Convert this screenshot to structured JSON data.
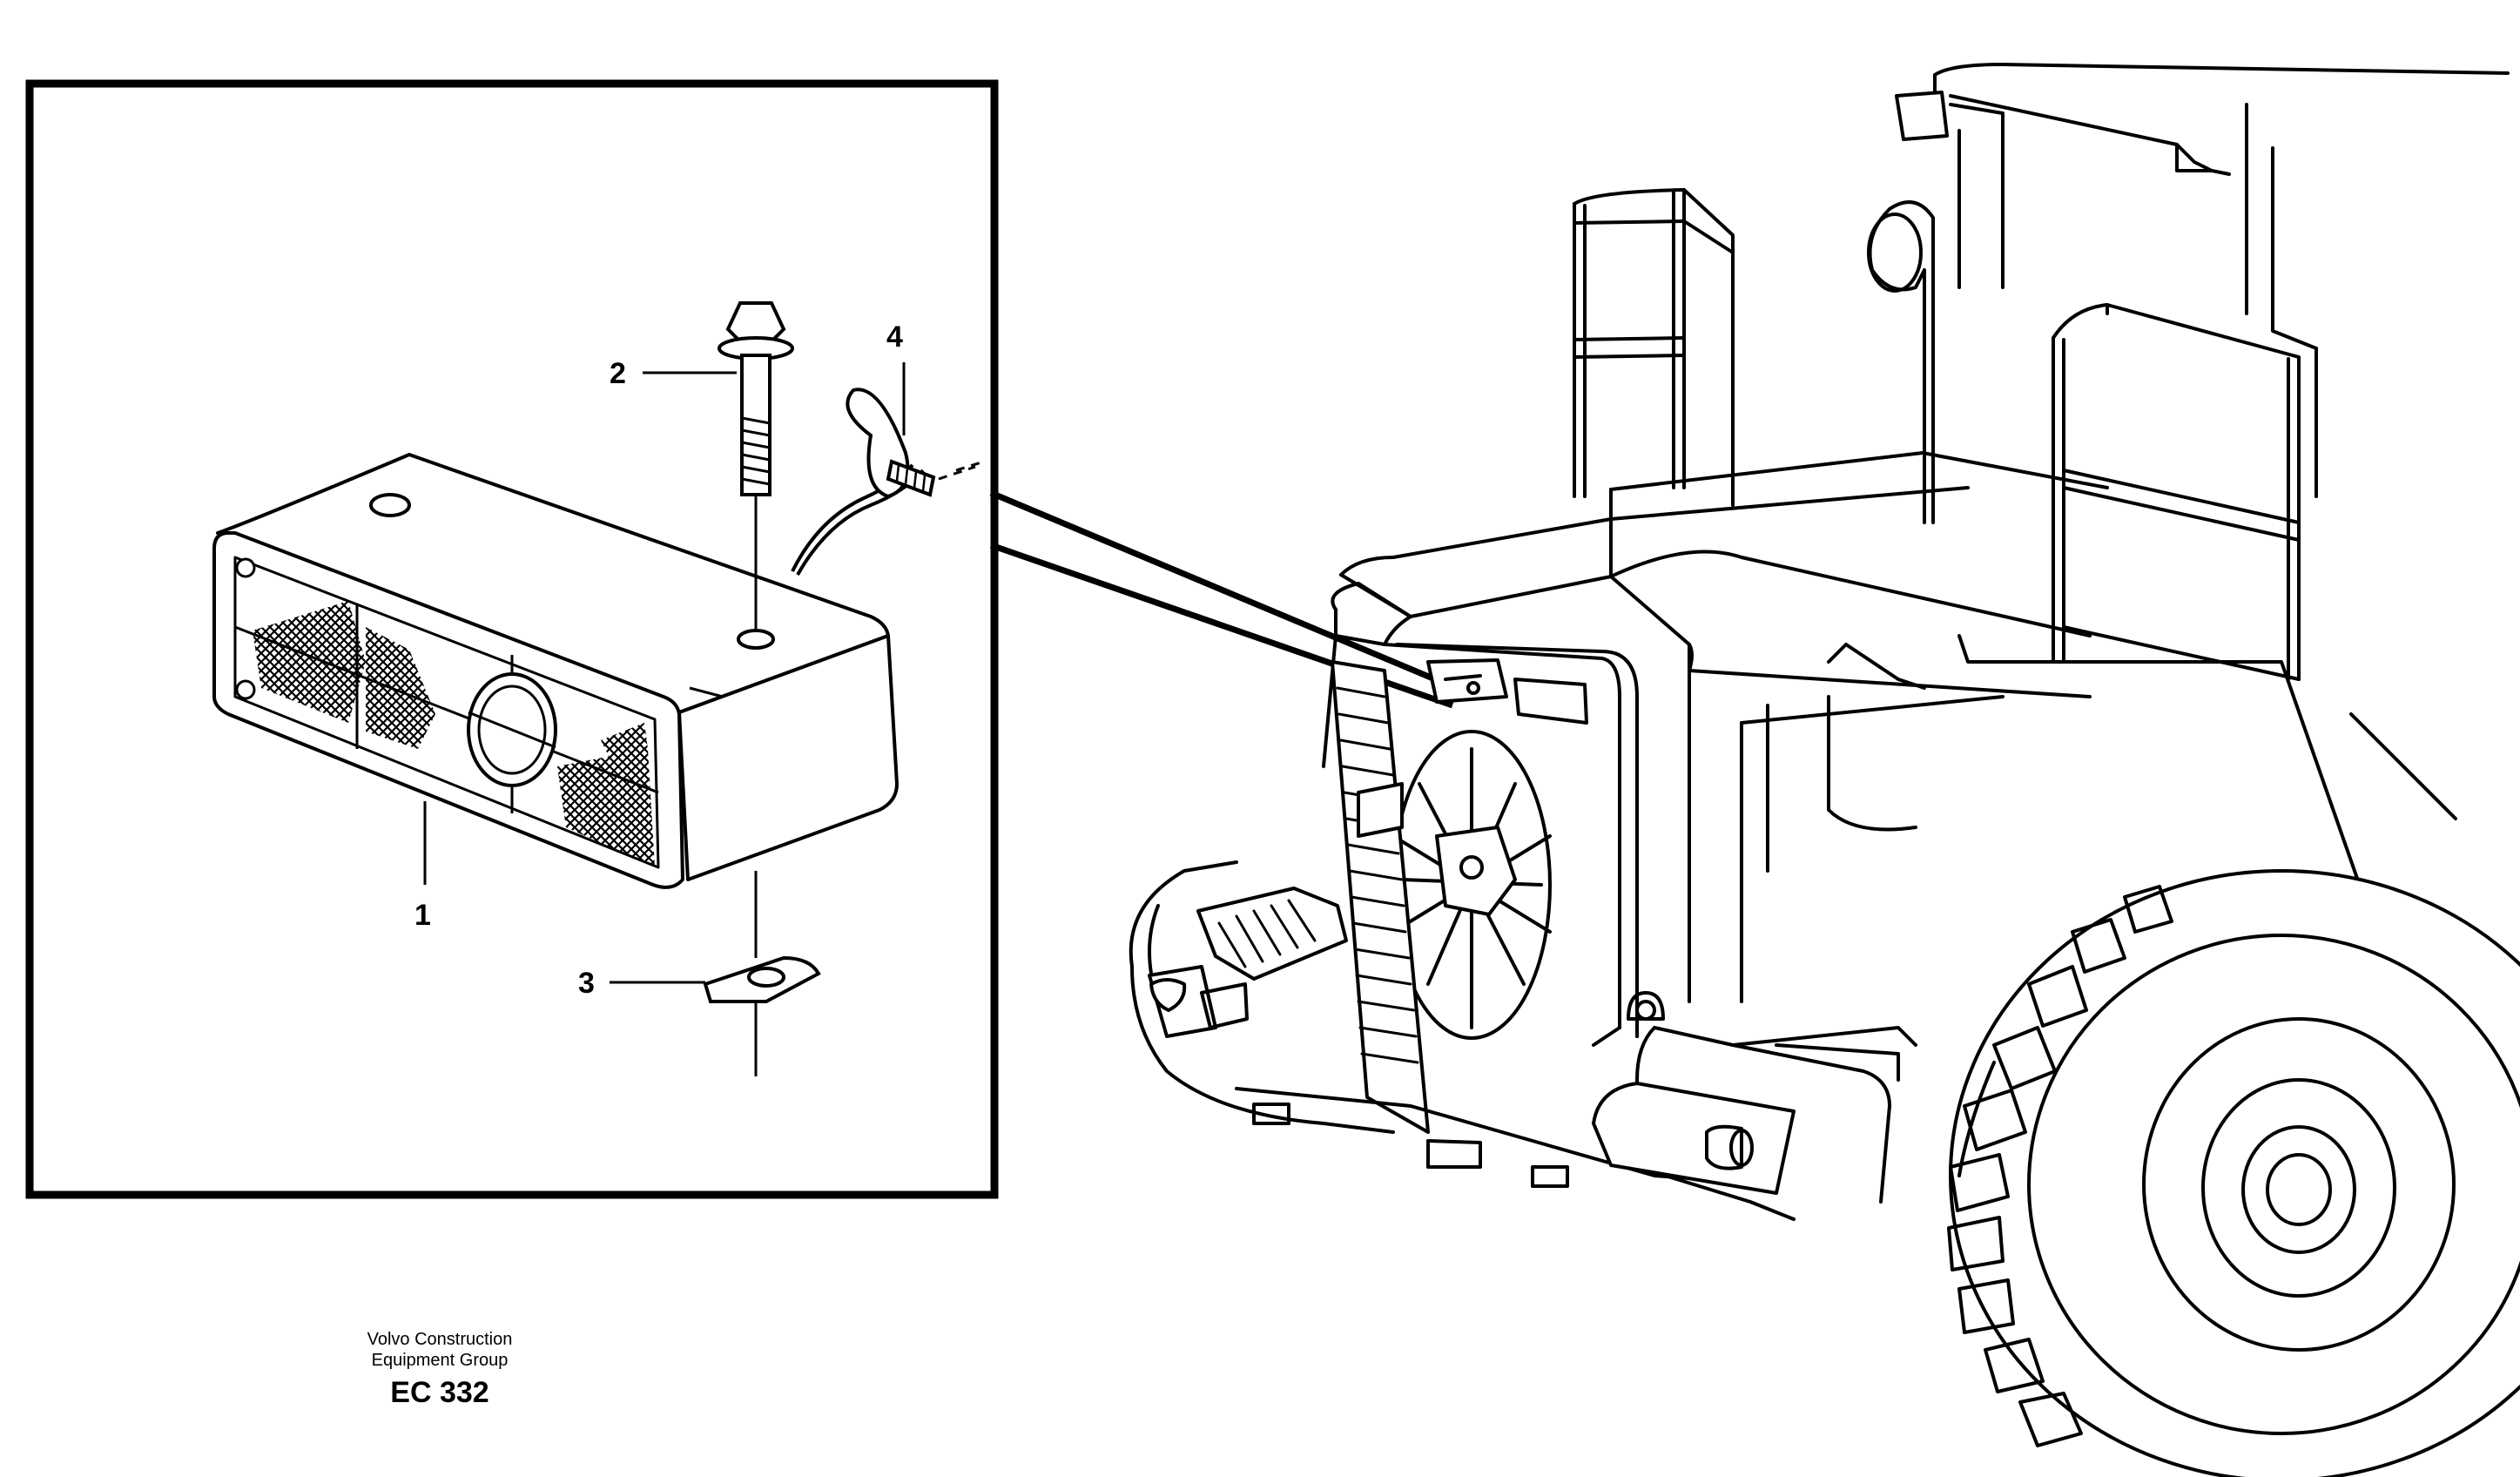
{
  "callouts": {
    "part1": "1",
    "part2": "2",
    "part3": "3",
    "part4": "4"
  },
  "footer": {
    "company_line1": "Volvo Construction",
    "company_line2": "Equipment Group",
    "code": "EC 332"
  },
  "colors": {
    "line": "#000000",
    "background": "#ffffff"
  }
}
